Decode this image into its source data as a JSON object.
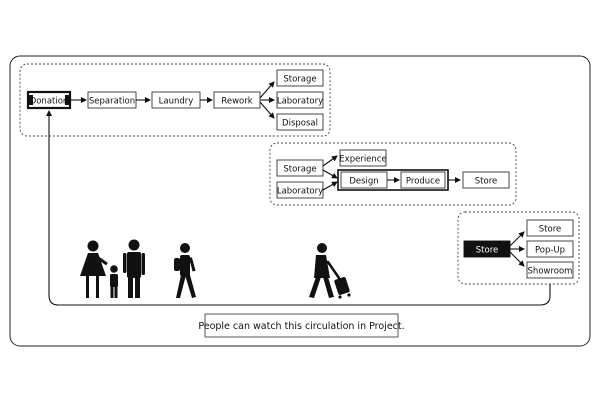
{
  "process": {
    "donation": "Donation",
    "separation": "Separation",
    "laundry": "Laundry",
    "rework": "Rework",
    "outputs": [
      "Storage",
      "Laboratory",
      "Disposal"
    ]
  },
  "production": {
    "storage": "Storage",
    "laboratory": "Laboratory",
    "experience": "Experience",
    "design": "Design",
    "produce": "Produce",
    "store": "Store"
  },
  "retail": {
    "store": "Store",
    "outputs": [
      "Store",
      "Pop-Up",
      "Showroom"
    ]
  },
  "caption": "People can watch this circulation in Project."
}
